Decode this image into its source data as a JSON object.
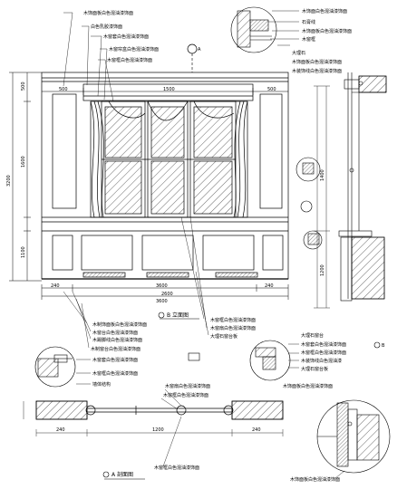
{
  "drawing": {
    "title_elevation": "B 立面图",
    "title_section": "A 剖面图",
    "section_marker": "A",
    "section_marker_left": "A",
    "section_marker_right": "B"
  },
  "dims": {
    "top": [
      "500",
      "1500",
      "500"
    ],
    "height_total": "3200",
    "height_parts": [
      "500",
      "1600",
      "1100"
    ],
    "bottom_row": [
      "240",
      "3600",
      "240"
    ],
    "bottom_sub": [
      "2600"
    ],
    "bottom_total": "3600",
    "right_height": [
      "1400",
      "1200"
    ],
    "section_widths": [
      "240",
      "1200",
      "240"
    ]
  },
  "labels_top": [
    "木饰面板白色混油漆饰面",
    "白色乳胶漆饰面",
    "木窗套白色混油漆饰面",
    "木窗帘盒白色混油漆饰面",
    "木窗框白色混油漆饰面"
  ],
  "labels_right": [
    "木饰面白色混油漆饰面",
    "石膏线",
    "木饰面板白色混油漆饰面",
    "木窗框",
    "大理石",
    "木饰面板白色混油漆饰面",
    "木装饰线白色混油漆饰面"
  ],
  "labels_bottom": [
    "木制饰面板白色混油漆饰面",
    "木窗台白色混油漆饰面",
    "木踢脚线白色混油漆饰面",
    "木制窗台白色混油漆饰面",
    "木窗框白色混油漆饰面",
    "木窗扇白色混油漆饰面",
    "大理石窗台板"
  ],
  "labels_detail": [
    "大理石窗台",
    "木窗套白色混油漆饰面",
    "木窗框白色混油漆饰面",
    "木装饰线白色混油漆",
    "大理石窗台板",
    "木饰面板白色混油漆饰面"
  ],
  "labels_plan_left": [
    "木窗套白色混油漆饰面",
    "木窗框白色混油漆饰面",
    "墙体结构"
  ],
  "labels_plan": [
    "木窗扇白色混油漆饰面",
    "木窗框白色混油漆饰面"
  ],
  "label_plan_bottom": "木窗框白色混油漆饰面",
  "label_detail_bottom": "木饰面板白色混油漆饰面"
}
